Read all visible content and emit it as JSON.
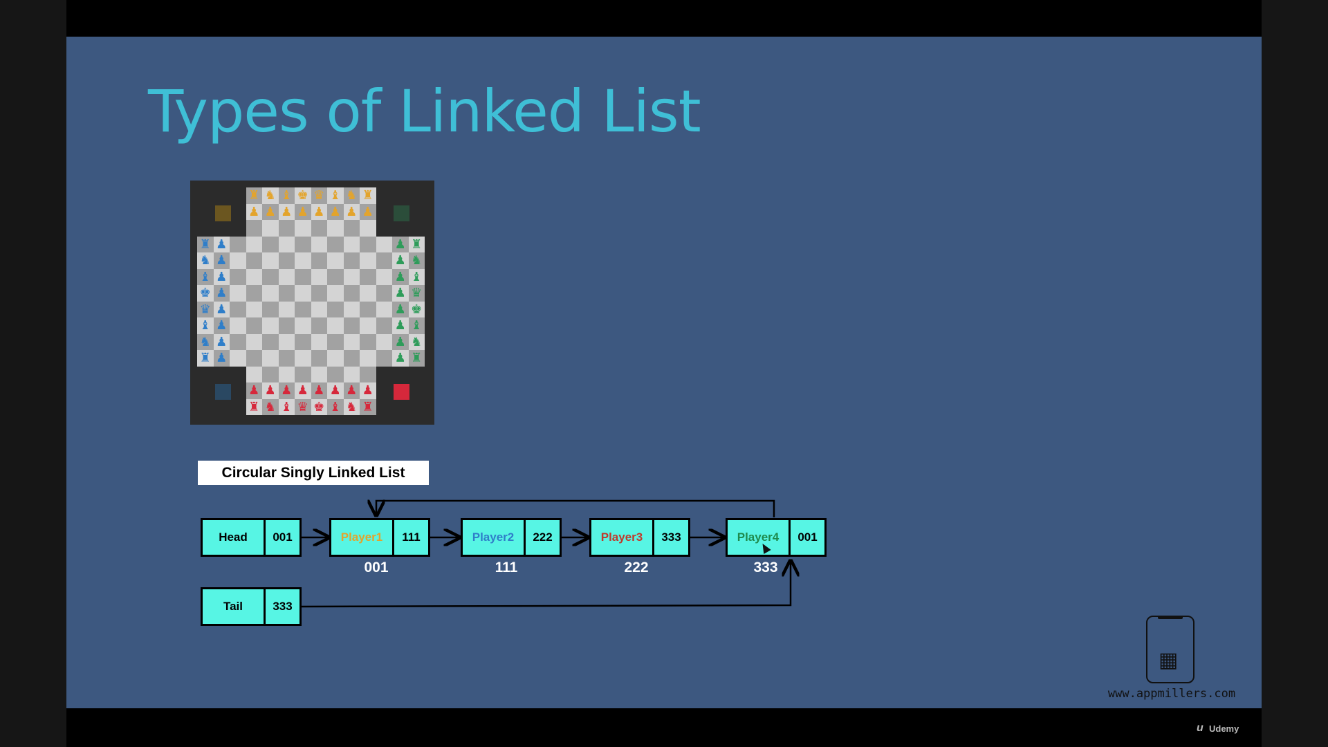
{
  "slide": {
    "title": "Types of Linked List",
    "list_label": "Circular Singly Linked List",
    "website": "www.appmillers.com",
    "platform": "Udemy"
  },
  "chessboard": {
    "colors": {
      "light_square": "#d4d4d4",
      "dark_square": "#a2a2a2",
      "background": "#2b2b2b",
      "player_top": "#e3a42c",
      "player_left": "#2f7ec9",
      "player_right": "#2e9c5a",
      "player_bottom": "#d6283b"
    },
    "top_back_rank": [
      "♜",
      "♞",
      "♝",
      "♚",
      "♛",
      "♝",
      "♞",
      "♜"
    ],
    "bottom_back_rank": [
      "♜",
      "♞",
      "♝",
      "♛",
      "♚",
      "♝",
      "♞",
      "♜"
    ],
    "left_back_rank": [
      "♜",
      "♞",
      "♝",
      "♚",
      "♛",
      "♝",
      "♞",
      "♜"
    ],
    "right_back_rank": [
      "♜",
      "♞",
      "♝",
      "♛",
      "♚",
      "♝",
      "♞",
      "♜"
    ],
    "pawn": "♟"
  },
  "head_node": {
    "label": "Head",
    "next": "001"
  },
  "tail_node": {
    "label": "Tail",
    "next": "333"
  },
  "nodes": [
    {
      "value": "Player1",
      "next": "111",
      "address": "001",
      "color": "#e3a42c"
    },
    {
      "value": "Player2",
      "next": "222",
      "address": "111",
      "color": "#2f7ec9"
    },
    {
      "value": "Player3",
      "next": "333",
      "address": "222",
      "color": "#c0392b"
    },
    {
      "value": "Player4",
      "next": "001",
      "address": "333",
      "color": "#1e8a4c"
    }
  ],
  "colors": {
    "slide_bg": "#3d5880",
    "title": "#3fbfd6",
    "node_fill": "#57f5e4"
  },
  "icons": [
    "factory-phone-logo-icon",
    "udemy-logo-icon",
    "mouse-cursor-icon"
  ]
}
